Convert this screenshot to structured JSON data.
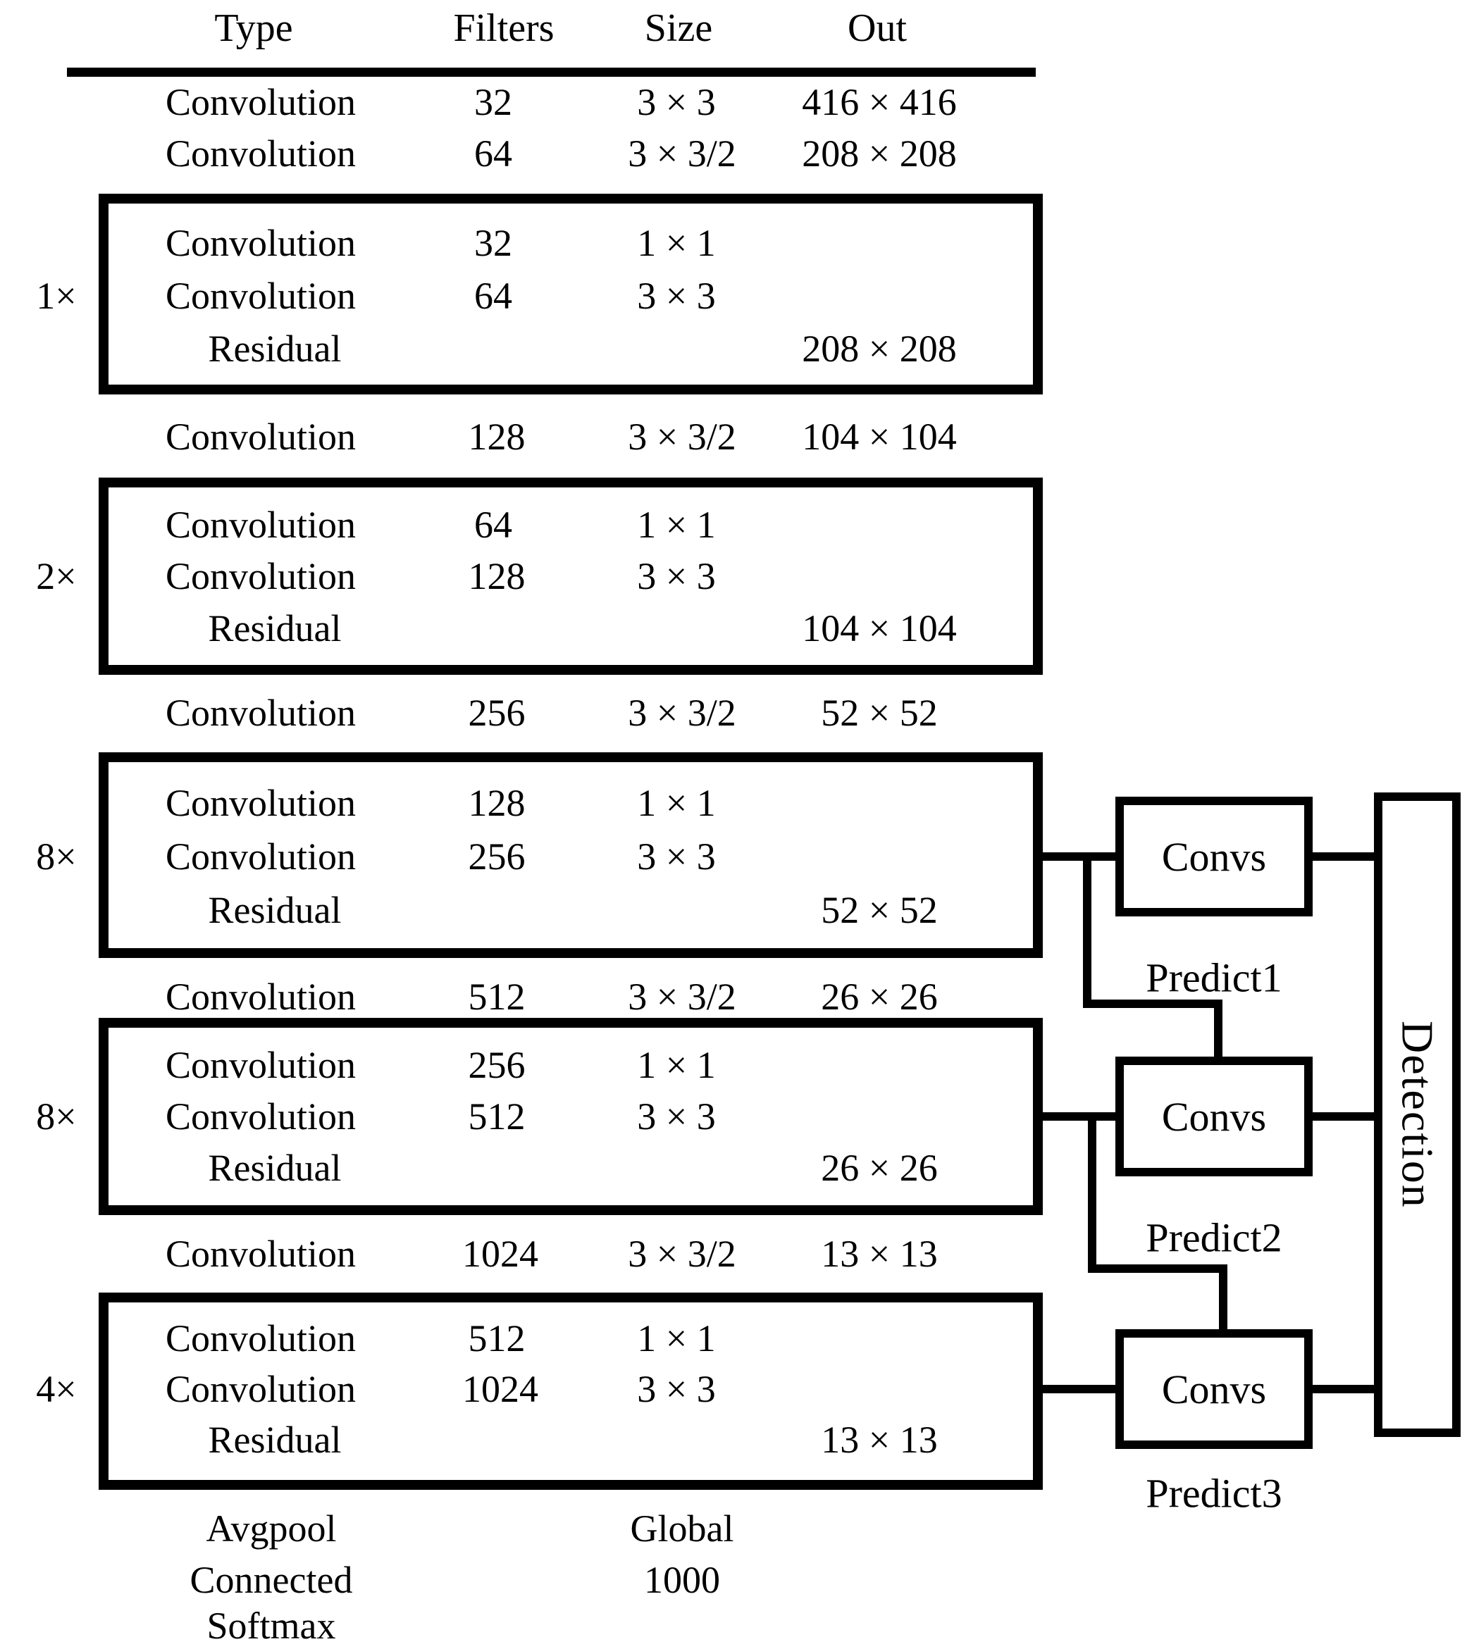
{
  "table": {
    "headers": {
      "type": "Type",
      "filters": "Filters",
      "size": "Size",
      "out": "Out"
    },
    "rows": {
      "r1": {
        "type": "Convolution",
        "filters": "32",
        "size": "3 × 3",
        "out": "416 × 416"
      },
      "r2": {
        "type": "Convolution",
        "filters": "64",
        "size": "3 × 3/2",
        "out": "208 × 208"
      },
      "b1r1": {
        "type": "Convolution",
        "filters": "32",
        "size": "1 × 1"
      },
      "b1r2": {
        "type": "Convolution",
        "filters": "64",
        "size": "3 × 3"
      },
      "b1r3": {
        "type": "Residual",
        "out": "208 × 208"
      },
      "r3": {
        "type": "Convolution",
        "filters": "128",
        "size": "3 × 3/2",
        "out": "104 × 104"
      },
      "b2r1": {
        "type": "Convolution",
        "filters": "64",
        "size": "1 × 1"
      },
      "b2r2": {
        "type": "Convolution",
        "filters": "128",
        "size": "3 × 3"
      },
      "b2r3": {
        "type": "Residual",
        "out": "104 × 104"
      },
      "r4": {
        "type": "Convolution",
        "filters": "256",
        "size": "3 × 3/2",
        "out": "52 × 52"
      },
      "b3r1": {
        "type": "Convolution",
        "filters": "128",
        "size": "1 × 1"
      },
      "b3r2": {
        "type": "Convolution",
        "filters": "256",
        "size": "3 × 3"
      },
      "b3r3": {
        "type": "Residual",
        "out": "52 × 52"
      },
      "r5": {
        "type": "Convolution",
        "filters": "512",
        "size": "3 × 3/2",
        "out": "26 × 26"
      },
      "b4r1": {
        "type": "Convolution",
        "filters": "256",
        "size": "1 × 1"
      },
      "b4r2": {
        "type": "Convolution",
        "filters": "512",
        "size": "3 × 3"
      },
      "b4r3": {
        "type": "Residual",
        "out": "26 × 26"
      },
      "r6": {
        "type": "Convolution",
        "filters": "1024",
        "size": "3 × 3/2",
        "out": "13 × 13"
      },
      "b5r1": {
        "type": "Convolution",
        "filters": "512",
        "size": "1 × 1"
      },
      "b5r2": {
        "type": "Convolution",
        "filters": "1024",
        "size": "3 × 3"
      },
      "b5r3": {
        "type": "Residual",
        "out": "13 × 13"
      },
      "r7": {
        "type": "Avgpool",
        "size": "Global"
      },
      "r8": {
        "type": "Connected",
        "size": "1000"
      },
      "r9": {
        "type": "Softmax"
      }
    },
    "group_labels": {
      "g1": "1×",
      "g2": "2×",
      "g3": "8×",
      "g4": "8×",
      "g5": "4×"
    }
  },
  "right_panel": {
    "convs1": "Convs",
    "predict1": "Predict1",
    "convs2": "Convs",
    "predict2": "Predict2",
    "convs3": "Convs",
    "predict3": "Predict3",
    "detection": "Detection"
  },
  "colors": {
    "ink": "#000000",
    "background": "#ffffff"
  }
}
